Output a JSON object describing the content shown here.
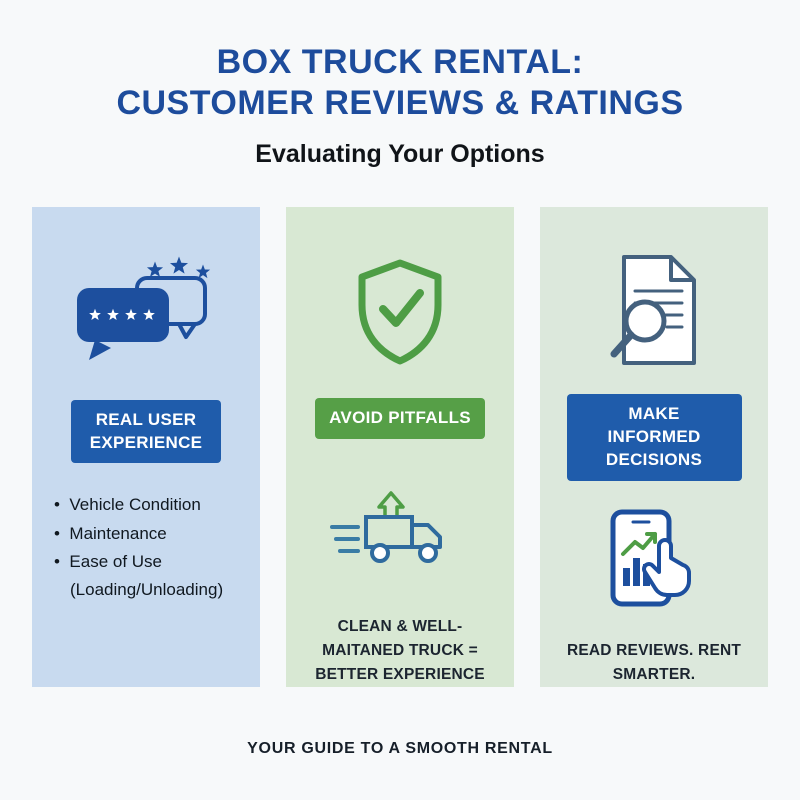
{
  "header": {
    "title_line1": "BOX TRUCK RENTAL:",
    "title_line2": "CUSTOMER REVIEWS & RATINGS",
    "subtitle": "Evaluating Your Options"
  },
  "columns": [
    {
      "icon": "speech-bubbles-with-stars-icon",
      "badge": "REAL USER EXPERIENCE",
      "bullets": [
        "Vehicle Condition",
        "Maintenance",
        "Ease of Use"
      ],
      "sub_line": "(Loading/Unloading)"
    },
    {
      "icon": "shield-checkmark-icon",
      "badge": "AVOID PITFALLS",
      "icon2": "truck-upgrade-arrow-icon",
      "caption": "CLEAN & WELL-MAITANED TRUCK = BETTER EXPERIENCE"
    },
    {
      "icon": "document-magnifier-icon",
      "badge": "MAKE INFORMED DECISIONS",
      "icon2": "phone-chart-hand-icon",
      "caption": "READ REVIEWS. RENT SMARTER."
    }
  ],
  "footer": {
    "text": "YOUR GUIDE TO A SMOOTH RENTAL"
  },
  "colors": {
    "title_blue": "#1d4c9c",
    "badge_blue": "#1f5cab",
    "badge_green": "#569f47",
    "panel_blue": "#c8daef",
    "panel_green": "#d8e8d3",
    "panel_green_gray": "#dce8dc",
    "icon_blue": "#1d4f9e",
    "icon_green": "#4e9d45",
    "background": "#f7f9fa"
  }
}
